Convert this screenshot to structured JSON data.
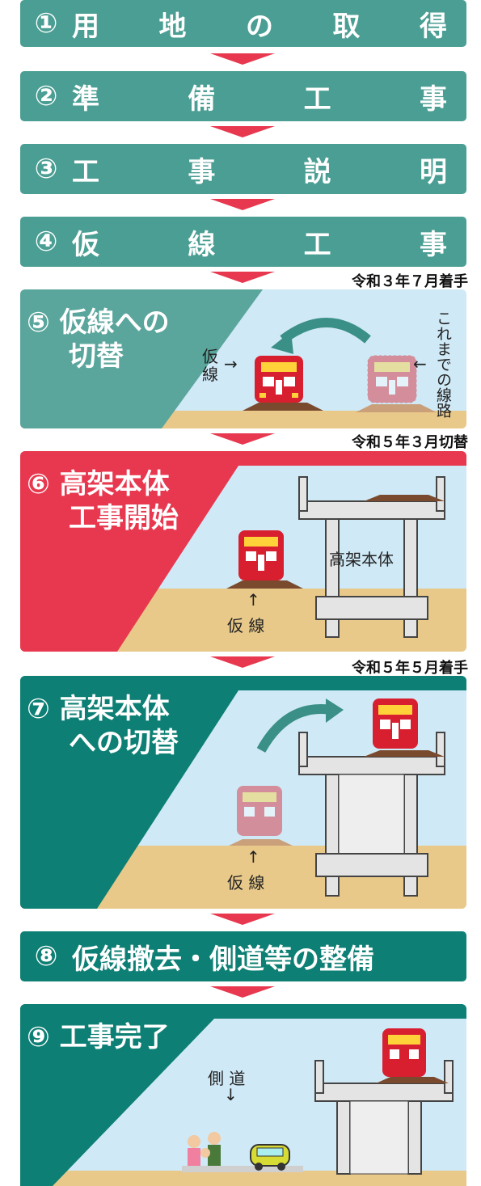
{
  "steps": [
    {
      "num": "①",
      "chars": [
        "用",
        "地",
        "の",
        "取",
        "得"
      ]
    },
    {
      "num": "②",
      "chars": [
        "準",
        "備",
        "工",
        "事"
      ]
    },
    {
      "num": "③",
      "chars": [
        "工",
        "事",
        "説",
        "明"
      ]
    },
    {
      "num": "④",
      "chars": [
        "仮",
        "線",
        "工",
        "事"
      ]
    }
  ],
  "step5": {
    "num": "⑤",
    "line1": "仮線への",
    "line2": "切替",
    "date": "令和３年７月着手",
    "label_kasen1": "仮",
    "label_kasen2": "線",
    "label_existing": "これまでの線路"
  },
  "step6": {
    "num": "⑥",
    "line1": "高架本体",
    "line2": "工事開始",
    "date": "令和５年３月切替",
    "label_viaduct": "高架本体",
    "label_kasen": "仮 線"
  },
  "step7": {
    "num": "⑦",
    "line1": "高架本体",
    "line2": "への切替",
    "date": "令和５年５月着手",
    "label_kasen": "仮 線"
  },
  "step8": {
    "num": "⑧",
    "text": "仮線撤去・側道等の整備"
  },
  "step9": {
    "num": "⑨",
    "text": "工事完了",
    "label_road": "側 道"
  },
  "colors": {
    "teal": "#0d7f74",
    "teal_light": "#5aa69c",
    "red": "#e8384f",
    "sky": "#cfe9f6",
    "ground": "#e8c98a"
  }
}
